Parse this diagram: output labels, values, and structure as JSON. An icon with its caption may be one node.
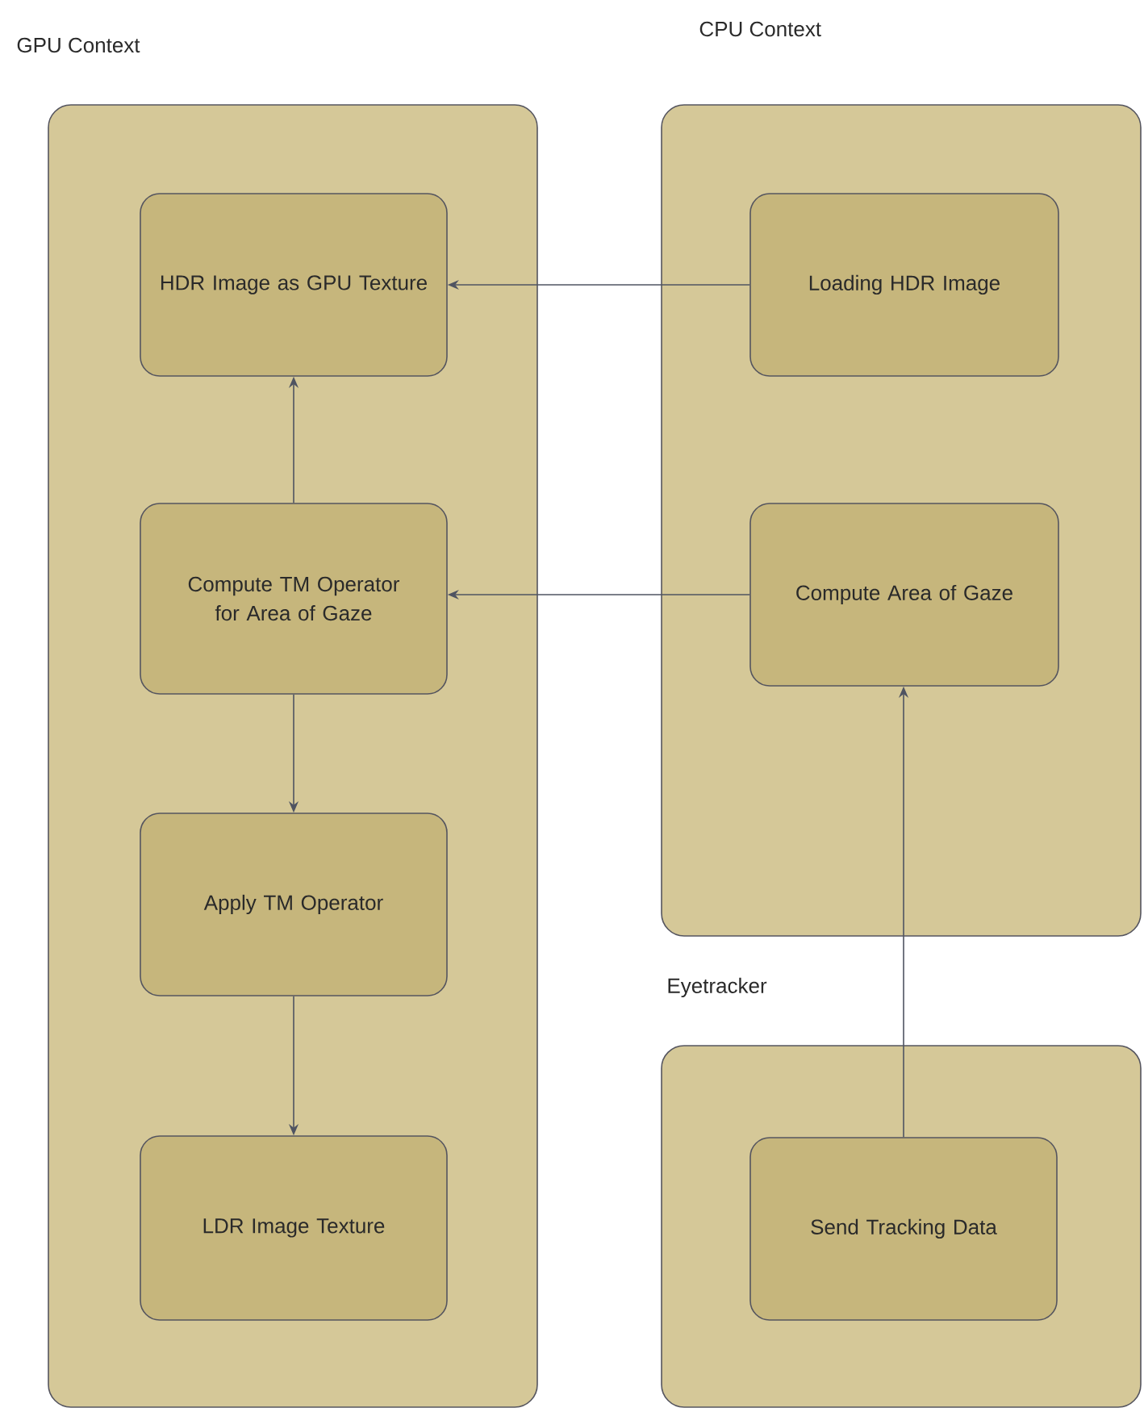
{
  "diagram": {
    "nodes": [
      {
        "text": [
          "GPU Context"
        ]
      },
      {
        "text": [
          "HDR Image as GPU Texture"
        ],
        "in": 0
      },
      {
        "text": [
          "Compute TM Operator for Area of Gaze"
        ],
        "in": 0
      },
      {
        "text": [
          "Apply TM Operator"
        ],
        "in": 0
      },
      {
        "text": [
          "LDR Image Texture"
        ],
        "in": 0
      },
      {
        "text": [
          "CPU Context"
        ]
      },
      {
        "text": [
          "Loading HDR Image"
        ],
        "in": 5
      },
      {
        "text": [
          "Compute Area of Gaze"
        ],
        "in": 5
      },
      {
        "text": [
          "Eyetracker"
        ]
      },
      {
        "text": [
          "Send Tracking Data"
        ],
        "in": 8
      }
    ],
    "edges": [
      {
        "from": 6,
        "to": 1,
        "arrow": "to"
      },
      {
        "from": 2,
        "to": 1,
        "arrow": "to"
      },
      {
        "from": 7,
        "to": 2,
        "arrow": "to"
      },
      {
        "from": 2,
        "to": 3,
        "arrow": "to"
      },
      {
        "from": 3,
        "to": 4,
        "arrow": "to"
      },
      {
        "from": 9,
        "to": 7,
        "arrow": "to"
      }
    ]
  }
}
